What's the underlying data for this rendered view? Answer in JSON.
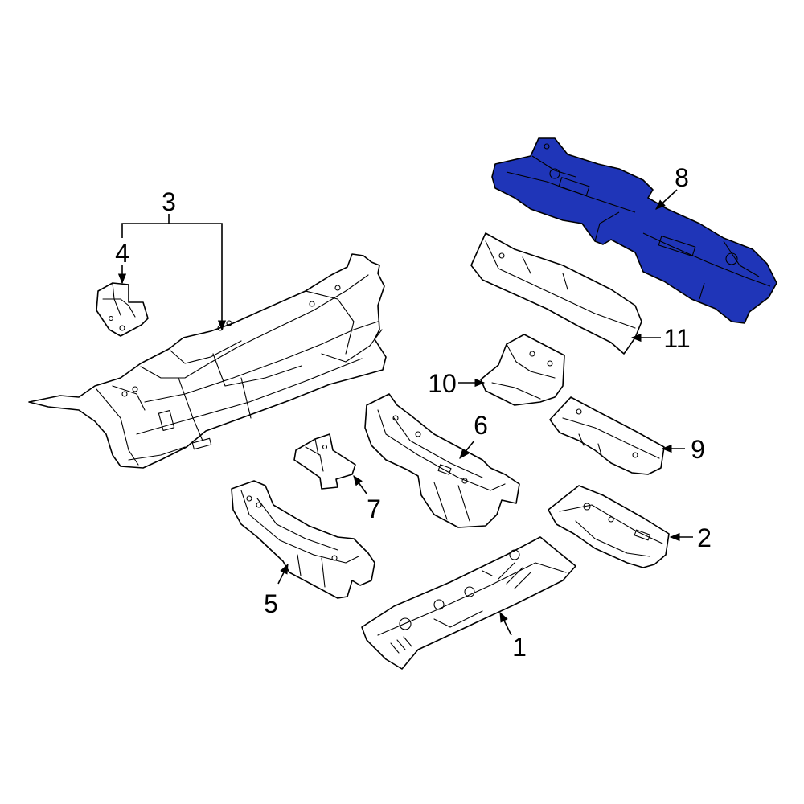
{
  "highlight_color": "#1f35b8",
  "highlighted_part": "8",
  "callouts": [
    {
      "id": "c1",
      "label": "1"
    },
    {
      "id": "c2",
      "label": "2"
    },
    {
      "id": "c3",
      "label": "3"
    },
    {
      "id": "c4",
      "label": "4"
    },
    {
      "id": "c5",
      "label": "5"
    },
    {
      "id": "c6",
      "label": "6"
    },
    {
      "id": "c7",
      "label": "7"
    },
    {
      "id": "c8",
      "label": "8"
    },
    {
      "id": "c9",
      "label": "9"
    },
    {
      "id": "c10",
      "label": "10"
    },
    {
      "id": "c11",
      "label": "11"
    }
  ]
}
